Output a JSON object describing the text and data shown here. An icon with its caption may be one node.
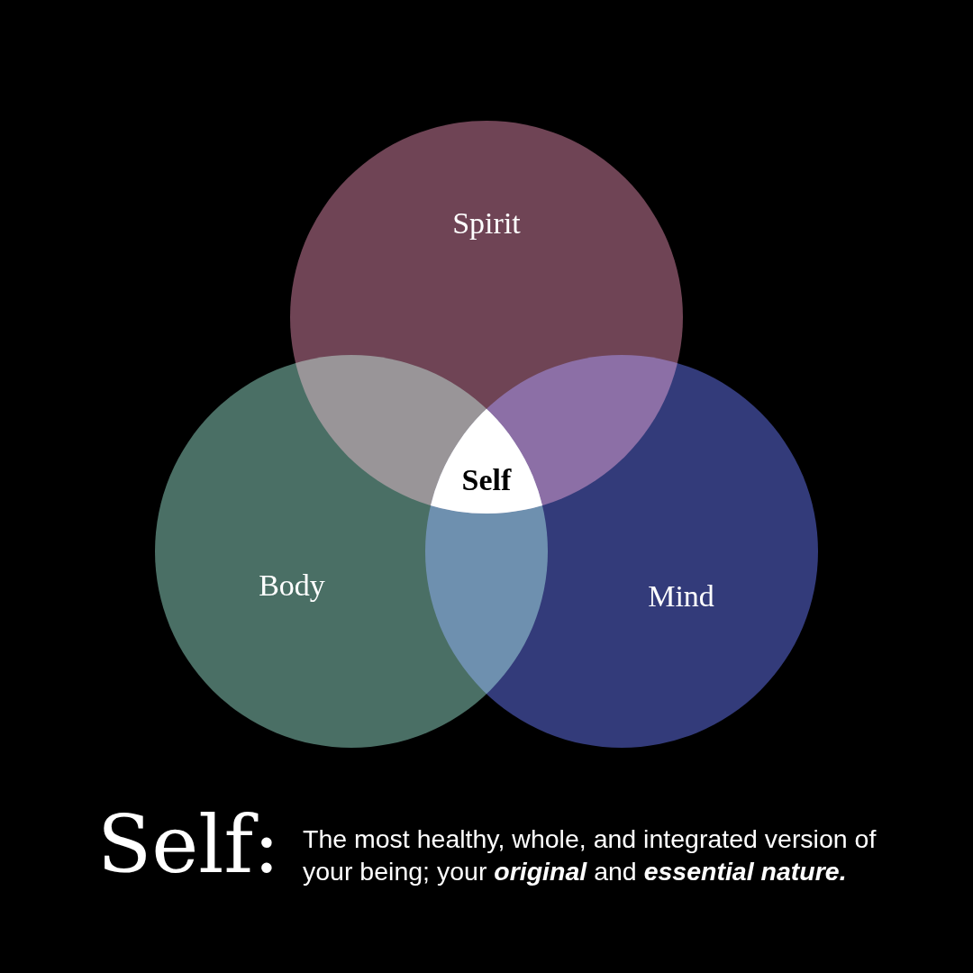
{
  "diagram": {
    "nodes": [
      {
        "text": [
          "Spirit"
        ]
      },
      {
        "text": [
          "Body"
        ]
      },
      {
        "text": [
          "Mind"
        ]
      },
      {
        "text": [
          "Self"
        ]
      }
    ],
    "labels": [
      "Self:",
      "The most healthy, whole, and integrated version of your being; your *original* and *essential nature.*"
    ]
  }
}
